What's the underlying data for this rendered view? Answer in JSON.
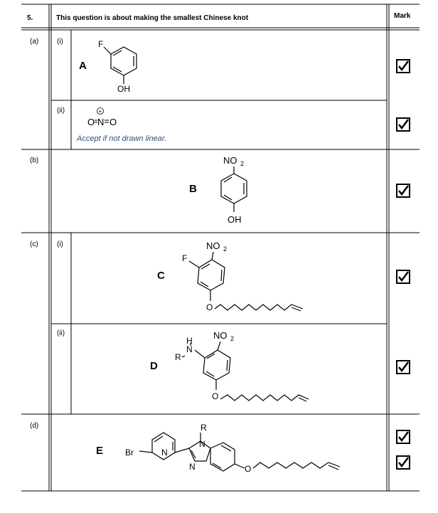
{
  "header": {
    "question_number": "5.",
    "question_text": "This question is about making the smallest Chinese knot",
    "mark_header": "Mark"
  },
  "parts": [
    {
      "label": "(a)",
      "subparts": [
        {
          "sub": "(i)",
          "compound": "A",
          "atoms": {
            "F": "F",
            "OH": "OH"
          }
        },
        {
          "sub": "(ii)",
          "atoms": {
            "O1": "O",
            "N": "N",
            "O2": "O",
            "charge": "+"
          },
          "note": "Accept if not drawn linear."
        }
      ]
    },
    {
      "label": "(b)",
      "compound": "B",
      "atoms": {
        "NO2": "NO",
        "NO2_sub": "2",
        "OH": "OH"
      }
    },
    {
      "label": "(c)",
      "subparts": [
        {
          "sub": "(i)",
          "compound": "C",
          "atoms": {
            "NO2": "NO",
            "NO2_sub": "2",
            "F": "F",
            "O": "O"
          }
        },
        {
          "sub": "(ii)",
          "compound": "D",
          "atoms": {
            "NO2": "NO",
            "NO2_sub": "2",
            "H": "H",
            "N": "N",
            "R": "R",
            "O": "O"
          }
        }
      ]
    },
    {
      "label": "(d)",
      "compound": "E",
      "atoms": {
        "Br": "Br",
        "N1": "N",
        "N2": "N",
        "N3": "N",
        "R": "R",
        "O": "O"
      }
    }
  ],
  "marks": {
    "checked": true,
    "icon": "checkbox-checked-icon"
  }
}
